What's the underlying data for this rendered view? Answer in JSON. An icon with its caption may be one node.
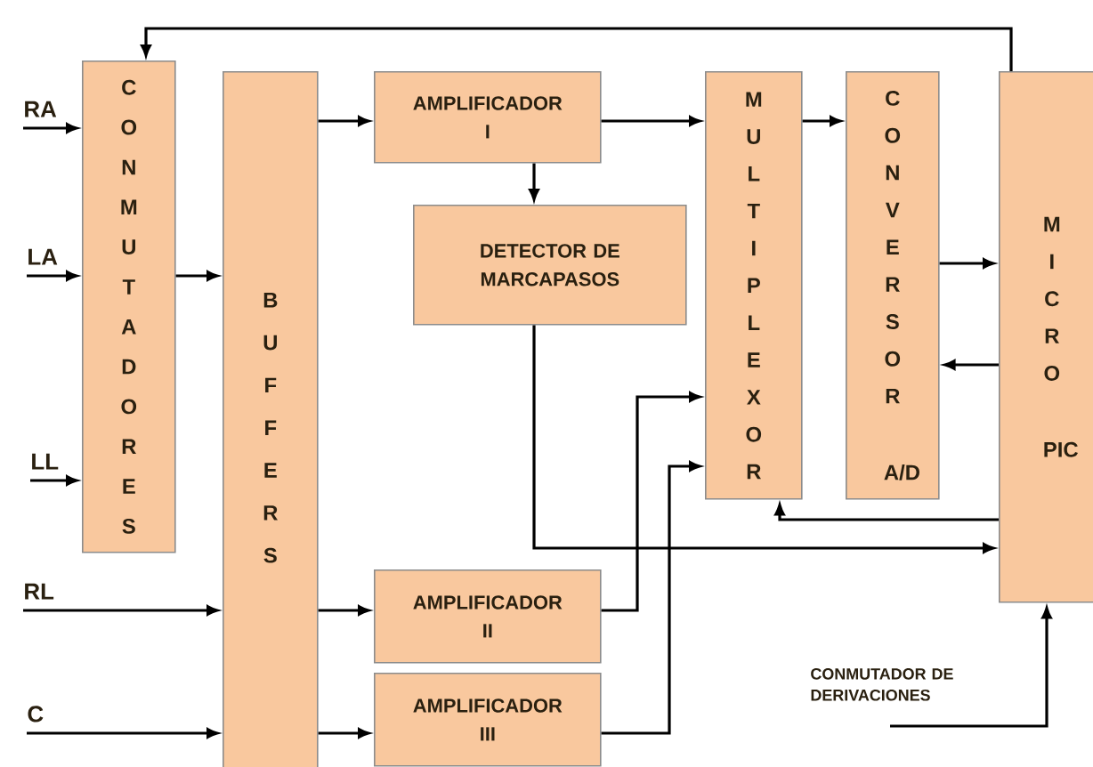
{
  "diagram": {
    "nodes": [
      {
        "text": [
          "RA"
        ]
      },
      {
        "text": [
          "LA"
        ]
      },
      {
        "text": [
          "LL"
        ]
      },
      {
        "text": [
          "RL"
        ]
      },
      {
        "text": [
          "C"
        ]
      },
      {
        "text": [
          "C O N M U T A D O R E S"
        ]
      },
      {
        "text": [
          "B U F F E R S"
        ]
      },
      {
        "text": [
          "AMPLIFICADOR I"
        ]
      },
      {
        "text": [
          "DETECTOR DE MARCAPASOS"
        ]
      },
      {
        "text": [
          "AMPLIFICADOR II"
        ]
      },
      {
        "text": [
          "AMPLIFICADOR III"
        ]
      },
      {
        "text": [
          "M U L T I P L E X O R"
        ]
      },
      {
        "text": [
          "C O N V E R S O R",
          "A/D"
        ]
      },
      {
        "text": [
          "M I C R O",
          "PIC"
        ]
      },
      {
        "text": [
          "CONMUTADOR DE DERIVACIONES"
        ]
      }
    ],
    "edges": [
      {
        "from": 0,
        "to": 5,
        "arrow": "to"
      },
      {
        "from": 1,
        "to": 5,
        "arrow": "to"
      },
      {
        "from": 2,
        "to": 5,
        "arrow": "to"
      },
      {
        "from": 5,
        "to": 6,
        "arrow": "to"
      },
      {
        "from": 3,
        "to": 6,
        "arrow": "to"
      },
      {
        "from": 4,
        "to": 6,
        "arrow": "to"
      },
      {
        "from": 6,
        "to": 7,
        "arrow": "to"
      },
      {
        "from": 6,
        "to": 9,
        "arrow": "to"
      },
      {
        "from": 6,
        "to": 10,
        "arrow": "to"
      },
      {
        "from": 7,
        "to": 11,
        "arrow": "to"
      },
      {
        "from": 7,
        "to": 8,
        "arrow": "to"
      },
      {
        "from": 8,
        "to": 13,
        "arrow": "to"
      },
      {
        "from": 9,
        "to": 11,
        "arrow": "to"
      },
      {
        "from": 10,
        "to": 11,
        "arrow": "to"
      },
      {
        "from": 11,
        "to": 12,
        "arrow": "to"
      },
      {
        "from": 12,
        "to": 13,
        "arrow": "to"
      },
      {
        "from": 13,
        "to": 12,
        "arrow": "to"
      },
      {
        "from": 13,
        "to": 11,
        "arrow": "to"
      },
      {
        "from": 13,
        "to": 5,
        "arrow": "to"
      },
      {
        "from": 14,
        "to": 13,
        "arrow": "to"
      }
    ]
  }
}
